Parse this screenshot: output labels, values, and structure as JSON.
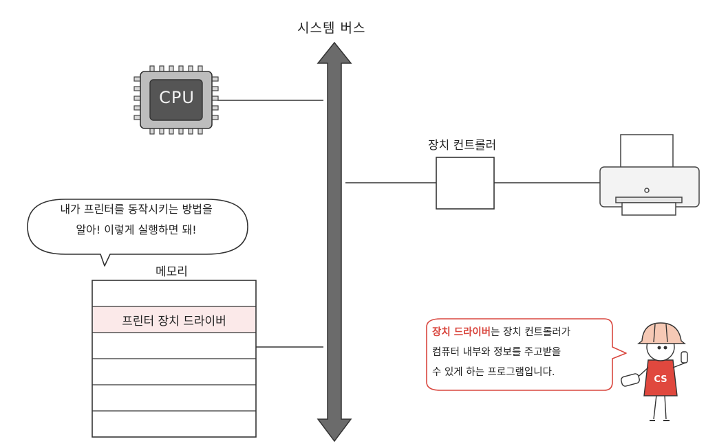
{
  "bus": {
    "label": "시스템 버스"
  },
  "cpu": {
    "label": "CPU"
  },
  "controller": {
    "label": "장치 컨트롤러"
  },
  "memory": {
    "label": "메모리",
    "rows": [
      "",
      "프린터 장치 드라이버",
      "",
      "",
      "",
      ""
    ],
    "highlight_color": "#fbe9e9"
  },
  "speech": {
    "line1": "내가 프린터를 동작시키는 방법을",
    "line2": "알아! 이렇게 실행하면 돼!"
  },
  "callout": {
    "highlight": "장치 드라이버",
    "line1_rest": "는 장치 컨트롤러가",
    "line2": "컴퓨터 내부와 정보를 주고받을",
    "line3": "수 있게 하는 프로그램입니다.",
    "border_color": "#d9473f"
  },
  "character": {
    "badge": "CS",
    "shirt_color": "#e0483e",
    "helmet_color": "#f6c9b5"
  },
  "colors": {
    "bus": "#6b6b6b",
    "cpu_body": "#555555",
    "cpu_frame": "#bdbdbd"
  }
}
